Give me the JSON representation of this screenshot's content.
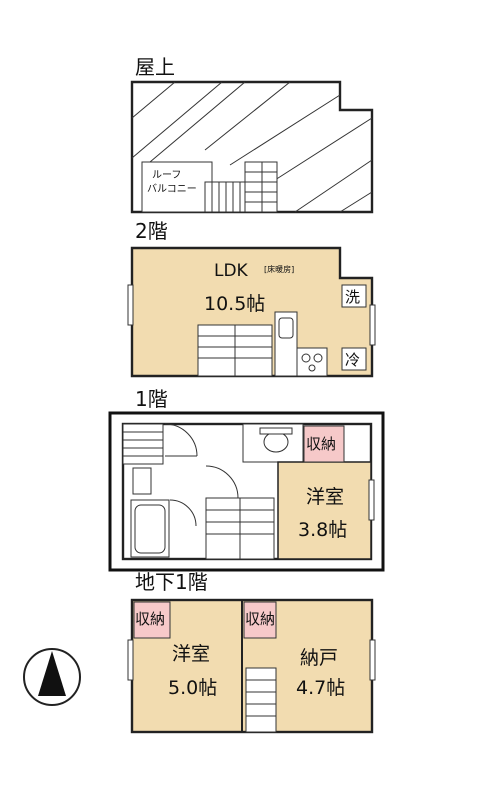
{
  "floors": {
    "roof": {
      "label": "屋上",
      "balcony": "ルーフ\nバルコニー",
      "balcony_line1": "ルーフ",
      "balcony_line2": "バルコニー"
    },
    "second": {
      "label": "2階",
      "room": "LDK",
      "room_note": "[床暖房]",
      "size": "10.5帖",
      "washer": "洗",
      "fridge": "冷"
    },
    "first": {
      "label": "1階",
      "storage": "収納",
      "room": "洋室",
      "size": "3.8帖"
    },
    "basement": {
      "label": "地下1階",
      "storage_a": "収納",
      "room_a": "洋室",
      "size_a": "5.0帖",
      "storage_b": "収納",
      "room_b": "納戸",
      "size_b": "4.7帖"
    }
  },
  "compass": {
    "direction": "north"
  },
  "colors": {
    "floor": "#f2dcb0",
    "storage": "#f6c9c9",
    "wall": "#222222"
  }
}
